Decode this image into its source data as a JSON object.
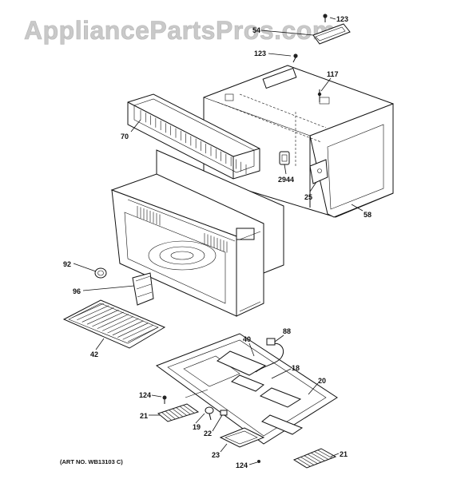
{
  "watermark": "AppliancePartsPros.com",
  "art_number": "(ART NO. WB13103 C)",
  "parts": {
    "p123a": "123",
    "p123b": "123",
    "p54": "54",
    "p117": "117",
    "p70": "70",
    "p2944": "2944",
    "p25": "25",
    "p58": "58",
    "p92": "92",
    "p96": "96",
    "p42": "42",
    "p88": "88",
    "p40": "40",
    "p18": "18",
    "p20": "20",
    "p124a": "124",
    "p21a": "21",
    "p19": "19",
    "p22": "22",
    "p23": "23",
    "p124b": "124",
    "p21b": "21"
  }
}
